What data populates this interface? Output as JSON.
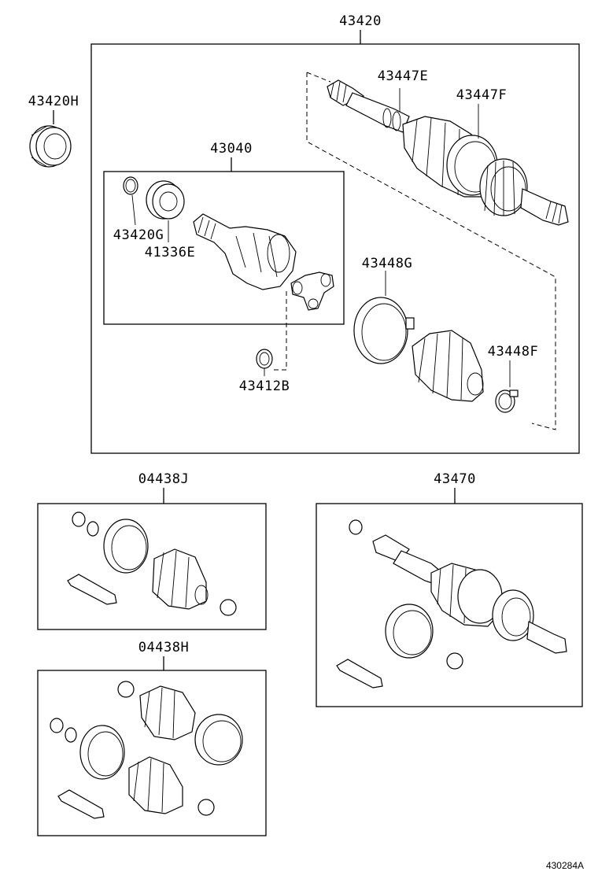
{
  "labels": {
    "p43420": "43420",
    "p43420H": "43420H",
    "p43040": "43040",
    "p43420G": "43420G",
    "p41336E": "41336E",
    "p43447E": "43447E",
    "p43447F": "43447F",
    "p43448G": "43448G",
    "p43448F": "43448F",
    "p43412B": "43412B",
    "p04438J": "04438J",
    "p04438H": "04438H",
    "p43470": "43470"
  },
  "figure_code": "430284A"
}
